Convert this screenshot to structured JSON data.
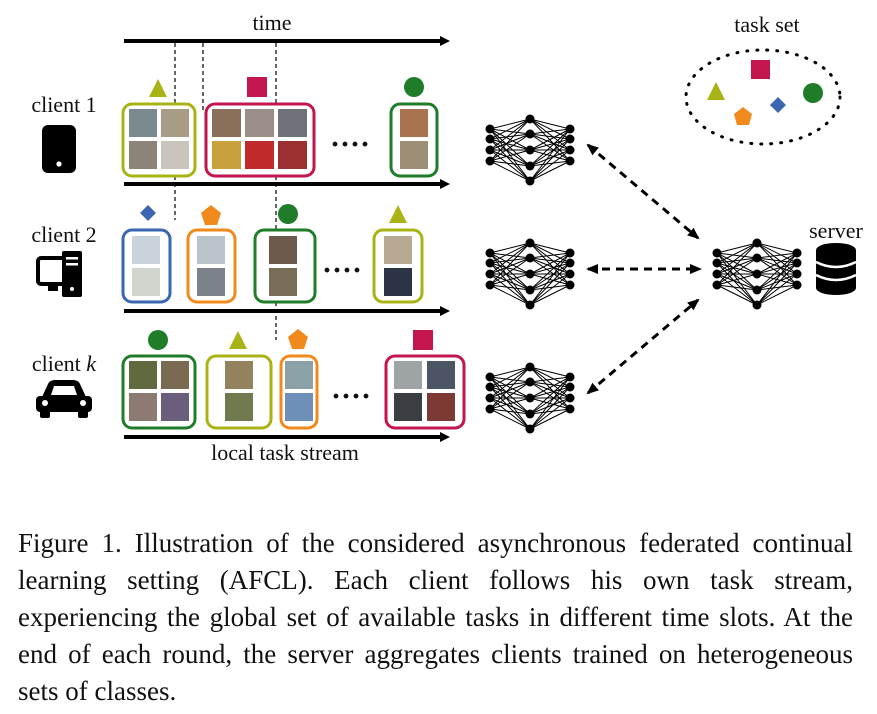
{
  "labels": {
    "time": "time",
    "task_set": "task set",
    "client_1": "client 1",
    "client_2": "client 2",
    "client_k_prefix": "client ",
    "client_k_var": "k",
    "server": "server",
    "local_task_stream": "local task stream"
  },
  "caption": "Figure 1.  Illustration of the considered asynchronous federated continual learning setting (AFCL). Each client follows his own task stream, experiencing the global set of available tasks in different time slots. At the end of each round, the server aggregates clients trained on heterogeneous sets of classes.",
  "colors": {
    "triangle_task": "#a8b415",
    "square_task": "#c3154e",
    "circle_task": "#1f7d2a",
    "diamond_task": "#3a67b0",
    "pentagon_task": "#f08a1c"
  },
  "icons": {
    "client_1": "smartphone-icon",
    "client_2": "desktop-computer-icon",
    "client_k": "car-icon",
    "server": "database-icon"
  }
}
